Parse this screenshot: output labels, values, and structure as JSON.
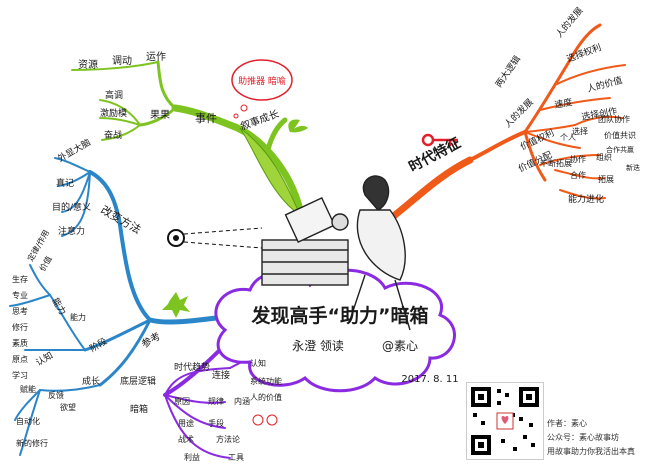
{
  "center": {
    "title": "发现高手“助力”暗箱",
    "subtitle": "永澄 领读",
    "author_tag": "@素心"
  },
  "date": "2017. 8. 11",
  "speech_bubble": "助推器 暗喻",
  "credits": {
    "author": "作者：素心",
    "account": "公众号：素心故事坊",
    "slogan": "用故事助力你我活出本真"
  },
  "colors": {
    "green": "#7ec421",
    "orange": "#f05a18",
    "blue": "#2a86c8",
    "purple": "#8a2be2",
    "key": "#e0202a"
  },
  "branches": {
    "top": {
      "label": "事件",
      "label_b": "叙事成长",
      "nodes": [
        {
          "text": "资源"
        },
        {
          "text": "调动"
        },
        {
          "text": "运作"
        },
        {
          "text": "果果"
        },
        {
          "text": "高调"
        },
        {
          "text": "激励模"
        },
        {
          "text": "奋战"
        }
      ]
    },
    "right": {
      "label": "时代特征",
      "nodes": [
        {
          "text": "人的发展"
        },
        {
          "text": "两大逻辑"
        },
        {
          "text": "选择权利"
        },
        {
          "text": "人的价值"
        },
        {
          "text": "人的发展"
        },
        {
          "text": "速度"
        },
        {
          "text": "选择创作"
        },
        {
          "text": "价值权利"
        },
        {
          "text": "个人"
        },
        {
          "text": "选择"
        },
        {
          "text": "团队协作"
        },
        {
          "text": "价值共识"
        },
        {
          "text": "组织"
        },
        {
          "text": "协作"
        },
        {
          "text": "合作共赢"
        },
        {
          "text": "价值分配"
        },
        {
          "text": "不断拓展"
        },
        {
          "text": "合作"
        },
        {
          "text": "拓展"
        },
        {
          "text": "新迭"
        },
        {
          "text": "能力进化"
        }
      ]
    },
    "left": {
      "label": "改变方法",
      "nodes": [
        {
          "text": "外显大脑"
        },
        {
          "text": "真记"
        },
        {
          "text": "目的/意义"
        },
        {
          "text": "注意力"
        },
        {
          "text": "定律/作用"
        },
        {
          "text": "价值"
        },
        {
          "text": "能力"
        },
        {
          "text": "能力"
        },
        {
          "text": "生存"
        },
        {
          "text": "专业"
        },
        {
          "text": "思考"
        },
        {
          "text": "认知"
        },
        {
          "text": "阶段"
        },
        {
          "text": "修行"
        },
        {
          "text": "素质"
        },
        {
          "text": "原点"
        },
        {
          "text": "学习"
        },
        {
          "text": "成长"
        },
        {
          "text": "参考"
        },
        {
          "text": "底层逻辑"
        },
        {
          "text": "时代趋势"
        },
        {
          "text": "连接"
        },
        {
          "text": "认知"
        },
        {
          "text": "系统功能"
        },
        {
          "text": "人的价值"
        },
        {
          "text": "暗箱"
        },
        {
          "text": "原因"
        },
        {
          "text": "规律"
        },
        {
          "text": "内涵"
        },
        {
          "text": "用途"
        },
        {
          "text": "手段"
        },
        {
          "text": "战术"
        },
        {
          "text": "方法论"
        },
        {
          "text": "利益"
        },
        {
          "text": "工具"
        },
        {
          "text": "反馈"
        },
        {
          "text": "赋能"
        },
        {
          "text": "欲望"
        },
        {
          "text": "自动化"
        },
        {
          "text": "新的修行"
        }
      ]
    }
  }
}
